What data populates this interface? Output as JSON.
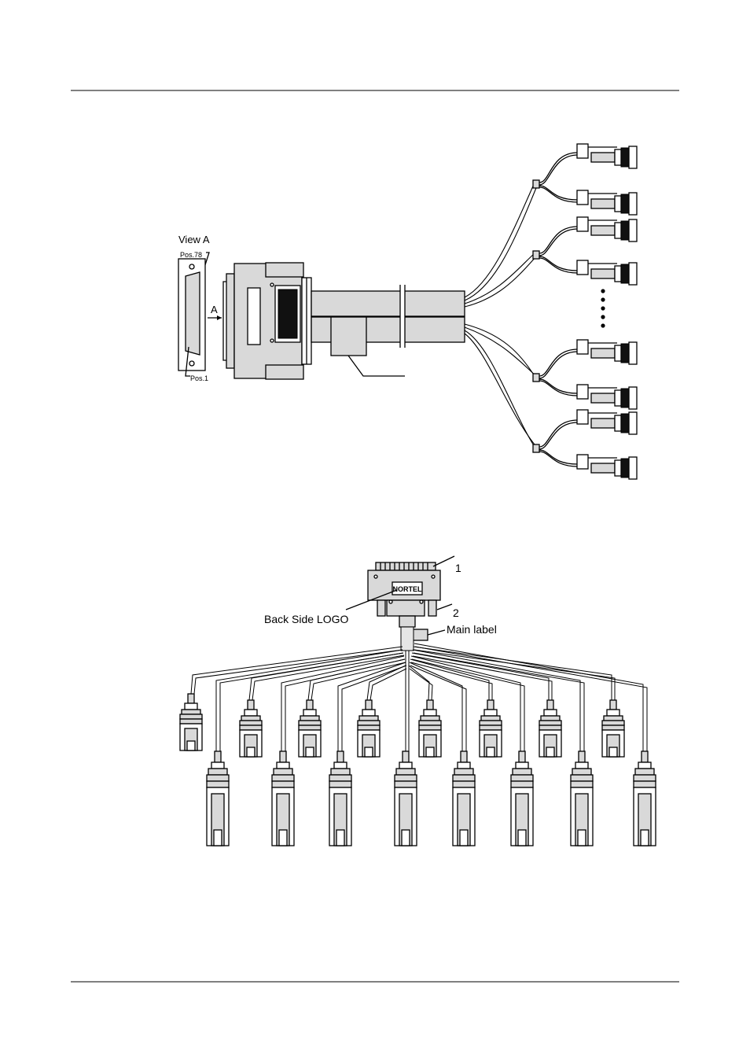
{
  "figure1": {
    "view_label": "View A",
    "pos_top": "Pos.78",
    "pos_bottom": "Pos.1",
    "arrow_label": "A",
    "bnc_groups": [
      2,
      2,
      2,
      2
    ]
  },
  "figure2": {
    "callout_1": "1",
    "callout_2": "2",
    "logo_text": "NORTEL",
    "back_side_logo": "Back Side LOGO",
    "main_label": "Main label",
    "rj45_count": 16
  }
}
